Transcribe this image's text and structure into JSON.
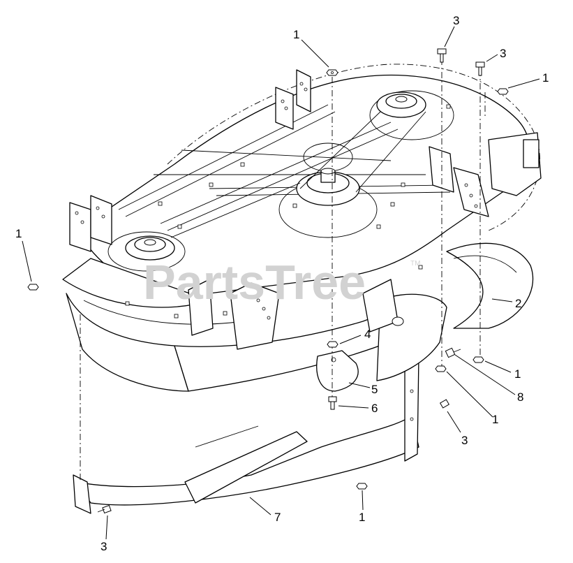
{
  "diagram": {
    "watermark": "PartsTree",
    "watermark_tm": "TM",
    "callouts": [
      {
        "label": "1"
      },
      {
        "label": "3"
      },
      {
        "label": "3"
      },
      {
        "label": "1"
      },
      {
        "label": "1"
      },
      {
        "label": "4"
      },
      {
        "label": "5"
      },
      {
        "label": "6"
      },
      {
        "label": "2"
      },
      {
        "label": "1"
      },
      {
        "label": "8"
      },
      {
        "label": "1"
      },
      {
        "label": "3"
      },
      {
        "label": "7"
      },
      {
        "label": "1"
      },
      {
        "label": "3"
      }
    ]
  }
}
